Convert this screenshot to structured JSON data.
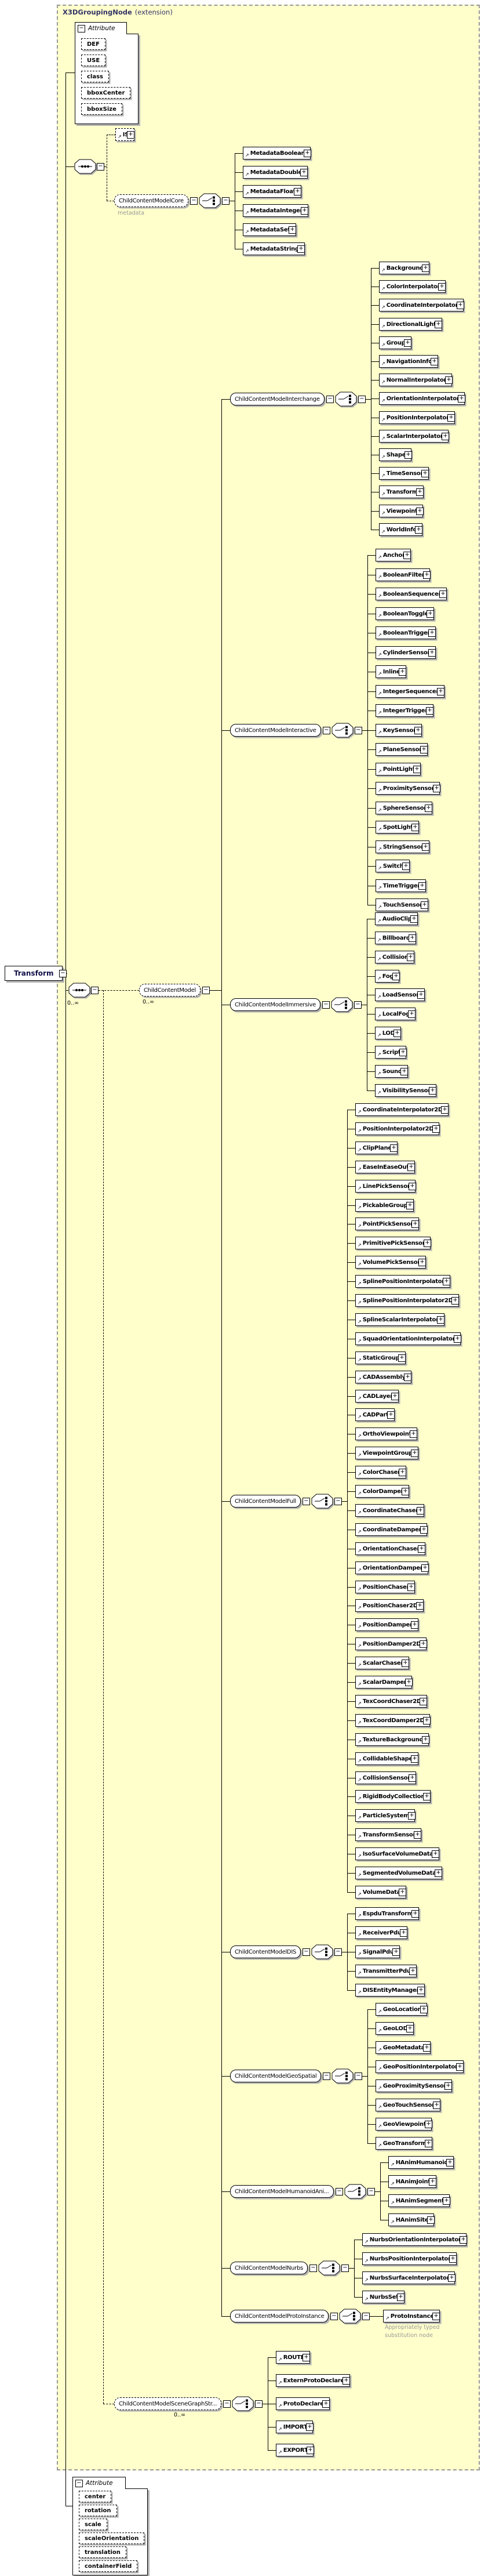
{
  "icons": {
    "collapse": "−",
    "expand": "+",
    "ref": "↗"
  },
  "occurrence": "0..∞",
  "root": {
    "label": "Transform"
  },
  "container": {
    "title": "X3DGroupingNode",
    "subtitle": "(extension)"
  },
  "is_element": {
    "label": "IS"
  },
  "attribute_boxes": {
    "top": {
      "header": "Attribute",
      "items": [
        "DEF",
        "USE",
        "class",
        "bboxCenter",
        "bboxSize"
      ]
    },
    "bottom": {
      "header": "Attribute",
      "items": [
        "center",
        "rotation",
        "scale",
        "scaleOrientation",
        "translation",
        "containerField"
      ]
    }
  },
  "core_group": {
    "label": "ChildContentModelCore",
    "annotation": "metadata",
    "elements": [
      "MetadataBoolean",
      "MetadataDouble",
      "MetadataFloat",
      "MetadataInteger",
      "MetadataSet",
      "MetadataString"
    ]
  },
  "repeat_group": {
    "label": "ChildContentModel"
  },
  "choice_groups": [
    {
      "label": "ChildContentModelInterchange",
      "elements": [
        "Background",
        "ColorInterpolator",
        "CoordinateInterpolator",
        "DirectionalLight",
        "Group",
        "NavigationInfo",
        "NormalInterpolator",
        "OrientationInterpolator",
        "PositionInterpolator",
        "ScalarInterpolator",
        "Shape",
        "TimeSensor",
        "Transform",
        "Viewpoint",
        "WorldInfo"
      ]
    },
    {
      "label": "ChildContentModelInteractive",
      "elements": [
        "Anchor",
        "BooleanFilter",
        "BooleanSequencer",
        "BooleanToggle",
        "BooleanTrigger",
        "CylinderSensor",
        "Inline",
        "IntegerSequencer",
        "IntegerTrigger",
        "KeySensor",
        "PlaneSensor",
        "PointLight",
        "ProximitySensor",
        "SphereSensor",
        "SpotLight",
        "StringSensor",
        "Switch",
        "TimeTrigger",
        "TouchSensor"
      ]
    },
    {
      "label": "ChildContentModelImmersive",
      "elements": [
        "AudioClip",
        "Billboard",
        "Collision",
        "Fog",
        "LoadSensor",
        "LocalFog",
        "LOD",
        "Script",
        "Sound",
        "VisibilitySensor"
      ]
    },
    {
      "label": "ChildContentModelFull",
      "elements": [
        "CoordinateInterpolator2D",
        "PositionInterpolator2D",
        "ClipPlane",
        "EaseInEaseOut",
        "LinePickSensor",
        "PickableGroup",
        "PointPickSensor",
        "PrimitivePickSensor",
        "VolumePickSensor",
        "SplinePositionInterpolator",
        "SplinePositionInterpolator2D",
        "SplineScalarInterpolator",
        "SquadOrientationInterpolator",
        "StaticGroup",
        "CADAssembly",
        "CADLayer",
        "CADPart",
        "OrthoViewpoint",
        "ViewpointGroup",
        "ColorChaser",
        "ColorDamper",
        "CoordinateChaser",
        "CoordinateDamper",
        "OrientationChaser",
        "OrientationDamper",
        "PositionChaser",
        "PositionChaser2D",
        "PositionDamper",
        "PositionDamper2D",
        "ScalarChaser",
        "ScalarDamper",
        "TexCoordChaser2D",
        "TexCoordDamper2D",
        "TextureBackground",
        "CollidableShape",
        "CollisionSensor",
        "RigidBodyCollection",
        "ParticleSystem",
        "TransformSensor",
        "IsoSurfaceVolumeData",
        "SegmentedVolumeData",
        "VolumeData"
      ]
    },
    {
      "label": "ChildContentModelDIS",
      "elements": [
        "EspduTransform",
        "ReceiverPdu",
        "SignalPdu",
        "TransmitterPdu",
        "DISEntityManager"
      ]
    },
    {
      "label": "ChildContentModelGeoSpatial",
      "elements": [
        "GeoLocation",
        "GeoLOD",
        "GeoMetadata",
        "GeoPositionInterpolator",
        "GeoProximitySensor",
        "GeoTouchSensor",
        "GeoViewpoint",
        "GeoTransform"
      ]
    },
    {
      "label": "ChildContentModelHumanoidAni...",
      "elements": [
        "HAnimHumanoid",
        "HAnimJoint",
        "HAnimSegment",
        "HAnimSite"
      ]
    },
    {
      "label": "ChildContentModelNurbs",
      "elements": [
        "NurbsOrientationInterpolator",
        "NurbsPositionInterpolator",
        "NurbsSurfaceInterpolator",
        "NurbsSet"
      ]
    },
    {
      "label": "ChildContentModelProtoInstance",
      "elements": [
        "ProtoInstance"
      ]
    }
  ],
  "proto_annotation": [
    "Appropriately typed",
    "substitution node"
  ],
  "scenegraph_group": {
    "label": "ChildContentModelSceneGraphStr...",
    "elements": [
      "ROUTE",
      "ExternProtoDe clare",
      "ProtoDeclare",
      "IMPORT",
      "EXPORT"
    ]
  }
}
